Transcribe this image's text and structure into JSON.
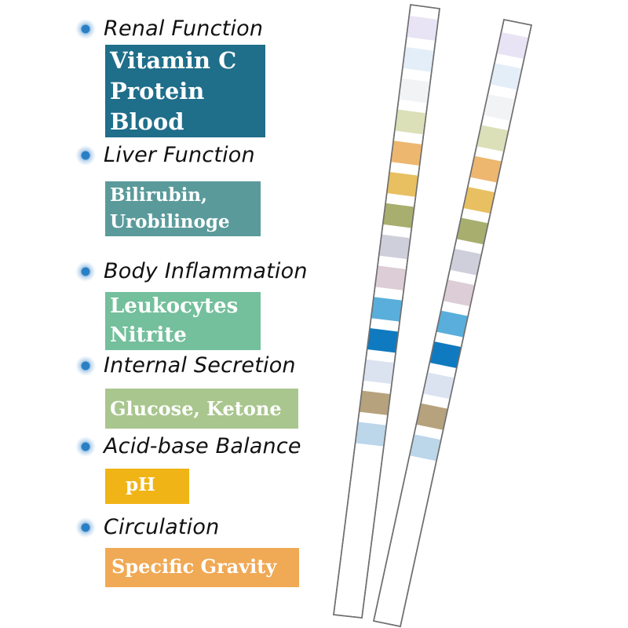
{
  "categories": [
    {
      "title": "Renal Function",
      "items": [
        "Vitamin C",
        "Protein",
        "Blood"
      ],
      "color": "#1f6e8a"
    },
    {
      "title": "Liver Function",
      "items": [
        "Bilirubin,",
        "Urobilinoge"
      ],
      "color": "#5b9a9a"
    },
    {
      "title": "Body Inflammation",
      "items": [
        "Leukocytes",
        "Nitrite"
      ],
      "color": "#74bf9c"
    },
    {
      "title": "Internal Secretion",
      "items": [
        "Glucose, Ketone"
      ],
      "color": "#a9c68e"
    },
    {
      "title": "Acid-base Balance",
      "items": [
        "pH"
      ],
      "color": "#f0b416"
    },
    {
      "title": "Circulation",
      "items": [
        "Specific Gravity"
      ],
      "color": "#f0a954"
    }
  ],
  "bullet_icon": "blue-dot-icon",
  "strips": {
    "count": 2,
    "pad_colors": [
      "#e8e4f5",
      "#e4eef9",
      "#f2f3f5",
      "#dbe0b8",
      "#edb770",
      "#e8c061",
      "#a8ae6e",
      "#cfcfdc",
      "#dccdd6",
      "#5aaedb",
      "#0f7ac0",
      "#dbe3f1",
      "#b6a27c",
      "#bcd6ea"
    ]
  }
}
